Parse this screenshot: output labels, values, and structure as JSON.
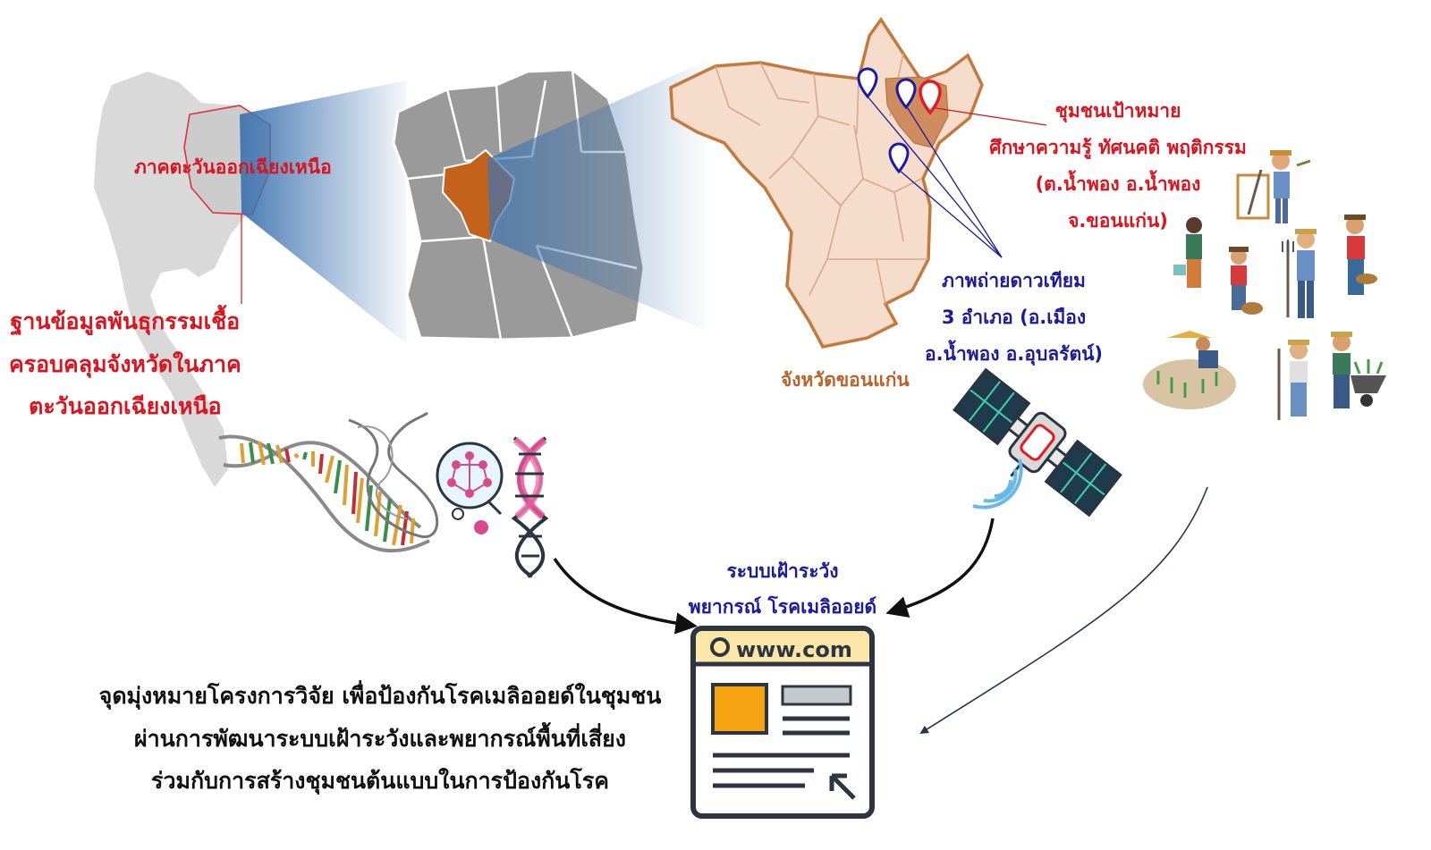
{
  "labels": {
    "northeast_region": "ภาคตะวันออกเฉียงเหนือ",
    "genetic_db": [
      "ฐานข้อมูลพันธุกรรมเชื้อ",
      "ครอบคลุมจังหวัดในภาค",
      "ตะวันออกเฉียงเหนือ"
    ],
    "khon_kaen": "จังหวัดขอนแก่น",
    "satellite": [
      "ภาพถ่ายดาวเทียม",
      "3 อำเภอ (อ.เมือง",
      "อ.น้ำพอง อ.อุบลรัตน์)"
    ],
    "target_community": [
      "ชุมชนเป้าหมาย",
      "ศึกษาความรู้ ทัศนคติ พฤติกรรม",
      "(ต.น้ำพอง อ.น้ำพอง",
      "จ.ขอนแก่น)"
    ],
    "surveillance_system": [
      "ระบบเฝ้าระวัง",
      "พยากรณ์ โรคเมลิออยด์"
    ],
    "website_url": "www.com",
    "goal": [
      "จุดมุ่งหมายโครงการวิจัย เพื่อป้องกันโรคเมลิออยด์ในชุมชน",
      "ผ่านการพัฒนาระบบเฝ้าระวังและพยากรณ์พื้นที่เสี่ยง",
      "ร่วมกับการสร้างชุมชนต้นแบบในการป้องกันโรค"
    ]
  },
  "colors": {
    "red_text": "#d9141e",
    "navy_text": "#1a1a9c",
    "brown_text": "#b8632c",
    "province_fill": "#c4621c",
    "map_gray": "#9a9a9a",
    "khonkaen_fill": "#f6dccb",
    "khonkaen_border": "#c27a3f",
    "target_area": "#cf8c5f",
    "browser_accent": "#f5a310"
  },
  "icons": [
    "thailand-map-icon",
    "northeast-map-icon",
    "khon-kaen-map-icon",
    "location-pin-icon",
    "dna-helix-icon",
    "molecule-icon",
    "satellite-icon",
    "farmer-icon",
    "website-icon"
  ]
}
